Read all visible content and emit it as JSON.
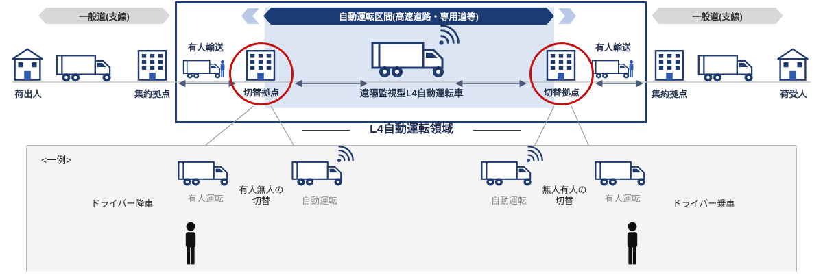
{
  "bands": {
    "left": "一般道(支線)",
    "center": "自動運転区間(高速道路・専用道等)",
    "right": "一般道(支線)"
  },
  "top": {
    "shipper": "荷出人",
    "hub_left": "集約拠点",
    "manned_left": "有人輸送",
    "switch_left": "切替拠点",
    "l4_truck": "遠隔監視型L4自動運転車",
    "switch_right": "切替拠点",
    "manned_right": "有人輸送",
    "hub_right": "集約拠点",
    "consignee": "荷受人",
    "area": "L4自動運転領域"
  },
  "example": {
    "title": "<一例>",
    "driver_exit": "ドライバー降車",
    "left_manned": "有人運転",
    "left_switch": "有人無人の\n切替",
    "left_auto": "自動運転",
    "right_auto": "自動運転",
    "right_switch": "無人有人の\n切替",
    "right_manned": "有人運転",
    "driver_board": "ドライバー乗車"
  },
  "colors": {
    "navy": "#1c3a74",
    "light_blue": "#dbe5f4",
    "band_gray": "#d8d8d8",
    "accent_blue": "#2f5bb0",
    "red": "#c51111",
    "example_bg": "#f4f4f5"
  }
}
